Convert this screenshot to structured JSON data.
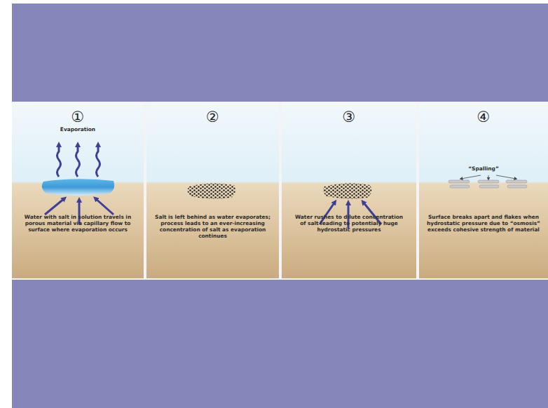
{
  "diagram": {
    "nodes": [
      {
        "text": [
          "①",
          "Evaporation",
          "Water with salt in solution travels in porous material via capillary flow to surface where evaporation occurs"
        ]
      },
      {
        "text": [
          "②",
          "Salt is left behind as water evaporates; process leads to an ever-increasing concentration of salt as evaporation continues"
        ]
      },
      {
        "text": [
          "③",
          "Water rushes to dilute concentration of salt leading to potentialy huge hydrostatic pressures"
        ]
      },
      {
        "text": [
          "④",
          "“Spalling”",
          "Surface breaks apart and flakes when hydrostatic pressure due to “osmosis” exceeds cohesive strength of material"
        ]
      }
    ]
  }
}
